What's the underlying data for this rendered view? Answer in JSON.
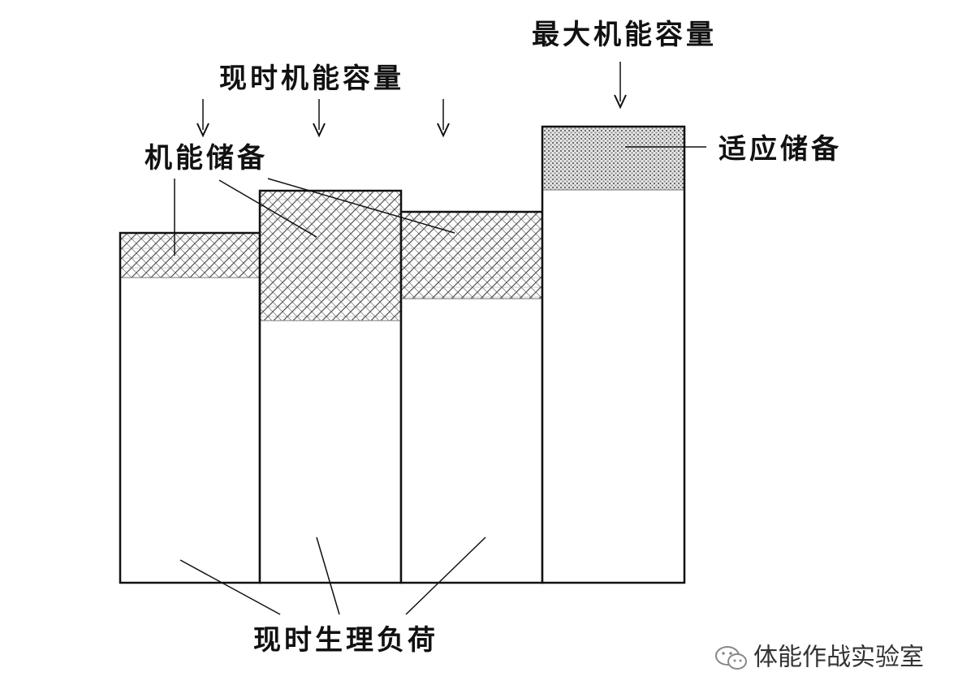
{
  "labels": {
    "max_capacity": "最大机能容量",
    "current_capacity": "现时机能容量",
    "functional_reserve": "机能储备",
    "adaptive_reserve": "适应储备",
    "physiological_load": "现时生理负荷"
  },
  "watermark": {
    "text": "体能作战实验室",
    "icon": "wechat-icon"
  },
  "diagram_data": {
    "columns": [
      {
        "load": 376,
        "reserve": 55,
        "reserve_pattern": "crosshatch"
      },
      {
        "load": 323,
        "reserve": 160,
        "reserve_pattern": "crosshatch"
      },
      {
        "load": 350,
        "reserve": 107,
        "reserve_pattern": "crosshatch"
      },
      {
        "load": 484,
        "reserve": 78,
        "reserve_pattern": "dense-dots"
      }
    ]
  },
  "colors": {
    "stroke": "#111111",
    "fill": "#ffffff",
    "hatch": "#555555",
    "text": "#111111"
  }
}
